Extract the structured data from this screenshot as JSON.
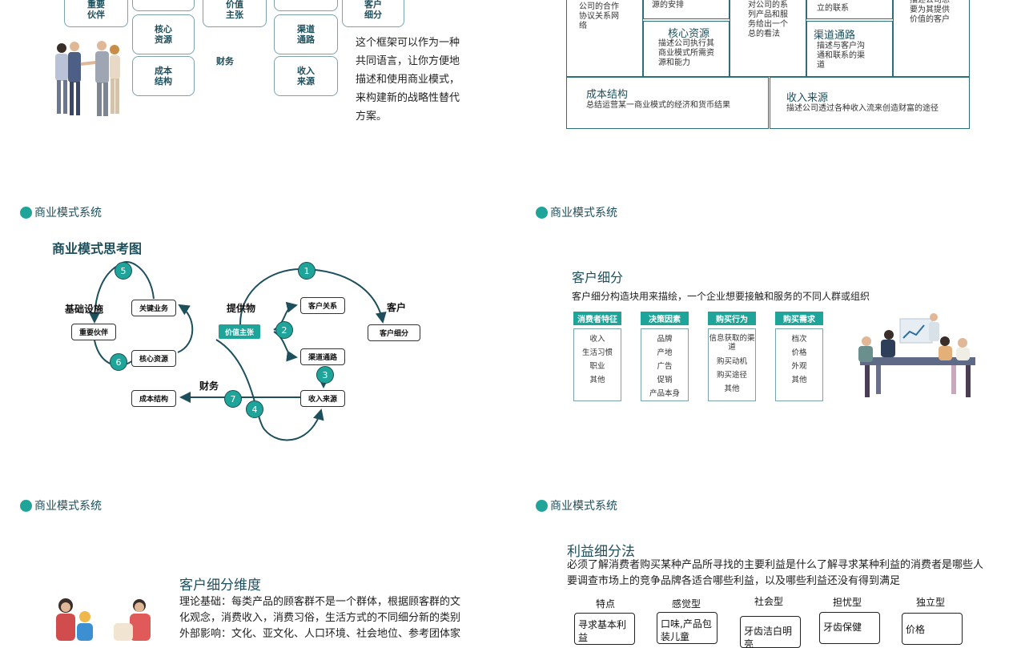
{
  "slide1": {
    "grid": {
      "partners": "重要\n伙伴",
      "value": "价值\n主张",
      "customer": "客户\n细分",
      "resources": "核心\n资源",
      "channels": "渠道\n通路",
      "cost": "成本\n结构",
      "finance": "财务",
      "revenue": "收入\n来源"
    },
    "desc": "这个框架可以作为一种共同语言，让你方便地描述和使用商业模式，来构建新的战略性替代方案。"
  },
  "slide2": {
    "partners_text": "描述与其他\n公司的合作\n协议关系网\n络",
    "activities_text": "源的安排",
    "value_text": "对公司的系\n列产品和服\n务给出一个\n总的看法",
    "relations_text": "立的联系",
    "customer_text": "描述公司想\n要为其提供\n价值的客户",
    "resources_title": "核心资源",
    "resources_text": "描述公司执行其\n商业模式所需资\n源和能力",
    "channels_title": "渠道通路",
    "channels_text": "描述与客户沟\n通和联系的渠\n道",
    "cost_title": "成本结构",
    "cost_text": "总结运营某一商业模式的经济和货币结果",
    "revenue_title": "收入来源",
    "revenue_text": "描述公司透过各种收入流来创造财富的途径"
  },
  "section_label": "商业模式系统",
  "slide3": {
    "title": "商业模式思考图",
    "labels": {
      "infra": "基础设施",
      "offer": "提供物",
      "customer": "客户",
      "finance": "财务"
    },
    "nodes": {
      "activities": "关键业务",
      "partners": "重要伙伴",
      "resources": "核心资源",
      "cost": "成本结构",
      "value": "价值主张",
      "relations": "客户关系",
      "channels": "渠道通路",
      "customer": "客户细分",
      "revenue": "收入来源"
    },
    "nums": [
      "1",
      "2",
      "3",
      "4",
      "5",
      "6",
      "7"
    ]
  },
  "slide4": {
    "title": "客户细分",
    "desc": "客户细分构造块用来描绘，一个企业想要接触和服务的不同人群或组织",
    "columns": [
      {
        "head": "消费者特征",
        "items": [
          "收入",
          "生活习惯",
          "职业",
          "其他"
        ]
      },
      {
        "head": "决策因素",
        "items": [
          "品牌",
          "产地",
          "广告",
          "促销",
          "产品本身"
        ]
      },
      {
        "head": "购买行为",
        "items": [
          "信息获取的渠道",
          "购买动机",
          "购买途径",
          "其他"
        ]
      },
      {
        "head": "购买需求",
        "items": [
          "档次",
          "价格",
          "外观",
          "其他"
        ]
      }
    ]
  },
  "slide5": {
    "title": "客户细分维度",
    "line1": "理论基础：每类产品的顾客群不是一个群体，根据顾客群的文",
    "line2": "化观念，消费收入，消费习俗，生活方式的不同细分新的类别",
    "line3": "外部影响：文化、亚文化、人口环境、社会地位、参考团体家"
  },
  "slide6": {
    "title": "利益细分法",
    "desc": "必须了解消费者购买某种产品所寻找的主要利益是什么了解寻求某种利益的消费者是哪些人要调查市场上的竞争品牌各适合哪些利益，以及哪些利益还没有得到满足",
    "heads": [
      "特点",
      "感觉型",
      "社会型",
      "担忧型",
      "独立型"
    ],
    "cells": [
      "寻求基本利益",
      "口味,产品包装儿童",
      "牙齿洁白明亮",
      "牙齿保健",
      "价格"
    ]
  }
}
